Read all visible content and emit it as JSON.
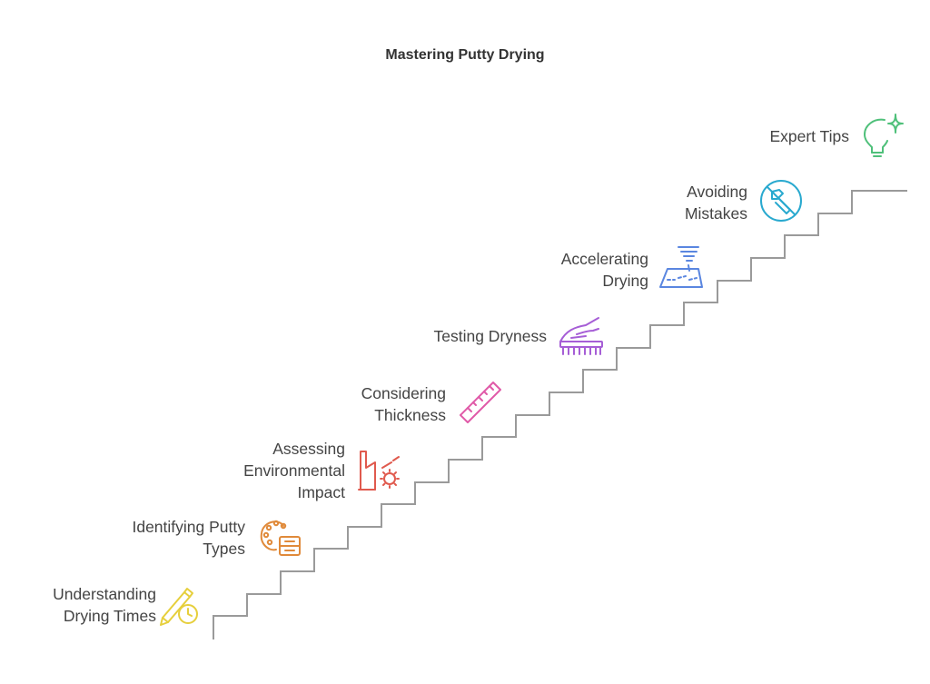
{
  "title": "Mastering Putty Drying",
  "steps": [
    {
      "label": "Understanding\nDrying Times",
      "icon": "pencil-clock-icon",
      "color": "#e6cf3c"
    },
    {
      "label": "Identifying Putty\nTypes",
      "icon": "palette-icon",
      "color": "#e08a3a"
    },
    {
      "label": "Assessing\nEnvironmental\nImpact",
      "icon": "factory-sun-icon",
      "color": "#e05a4e"
    },
    {
      "label": "Considering\nThickness",
      "icon": "ruler-icon",
      "color": "#e05aa8"
    },
    {
      "label": "Testing Dryness",
      "icon": "hand-brush-icon",
      "color": "#a65ed6"
    },
    {
      "label": "Accelerating\nDrying",
      "icon": "tornado-map-icon",
      "color": "#5a86e0"
    },
    {
      "label": "Avoiding\nMistakes",
      "icon": "no-tools-icon",
      "color": "#29a9cf"
    },
    {
      "label": "Expert Tips",
      "icon": "lightbulb-sparkle-icon",
      "color": "#4fc07a"
    }
  ]
}
